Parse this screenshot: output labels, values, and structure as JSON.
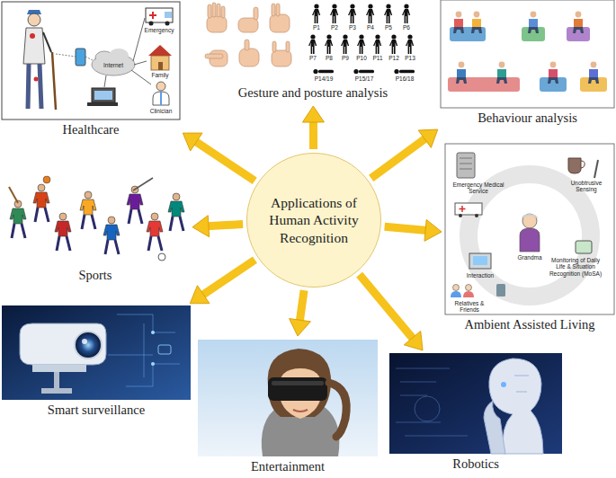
{
  "diagram": {
    "nodes": [
      {
        "text": [
          "Applications of Human Activity Recognition"
        ]
      },
      {
        "text": [
          "Healthcare"
        ]
      },
      {
        "text": [
          "Gesture and posture analysis"
        ]
      },
      {
        "text": [
          "Behaviour analysis"
        ]
      },
      {
        "text": [
          "Sports"
        ]
      },
      {
        "text": [
          "Ambient Assisted Living"
        ]
      },
      {
        "text": [
          "Smart surveillance"
        ]
      },
      {
        "text": [
          "Entertainment"
        ]
      },
      {
        "text": [
          "Robotics"
        ]
      }
    ],
    "edges": [
      {
        "from": 0,
        "to": 1,
        "arrow": "to"
      },
      {
        "from": 0,
        "to": 2,
        "arrow": "to"
      },
      {
        "from": 0,
        "to": 3,
        "arrow": "to"
      },
      {
        "from": 0,
        "to": 4,
        "arrow": "to"
      },
      {
        "from": 0,
        "to": 5,
        "arrow": "to"
      },
      {
        "from": 0,
        "to": 6,
        "arrow": "to"
      },
      {
        "from": 0,
        "to": 7,
        "arrow": "to"
      },
      {
        "from": 0,
        "to": 8,
        "arrow": "to"
      }
    ],
    "labels": [
      "P1",
      "P2",
      "P3",
      "P4",
      "P5",
      "P6",
      "P7",
      "P8",
      "P9",
      "P10",
      "P11",
      "P12",
      "P13",
      "P14/19",
      "P15/17",
      "P16/18",
      "Internet",
      "Emergency",
      "Family",
      "Clinician",
      "Emergency Medical Service",
      "Unobtrusive Sensing",
      "Grandma",
      "Monitoring of Daily Life & Situation Recognition (MoSA)",
      "Interaction",
      "Relatives & Friends"
    ]
  }
}
